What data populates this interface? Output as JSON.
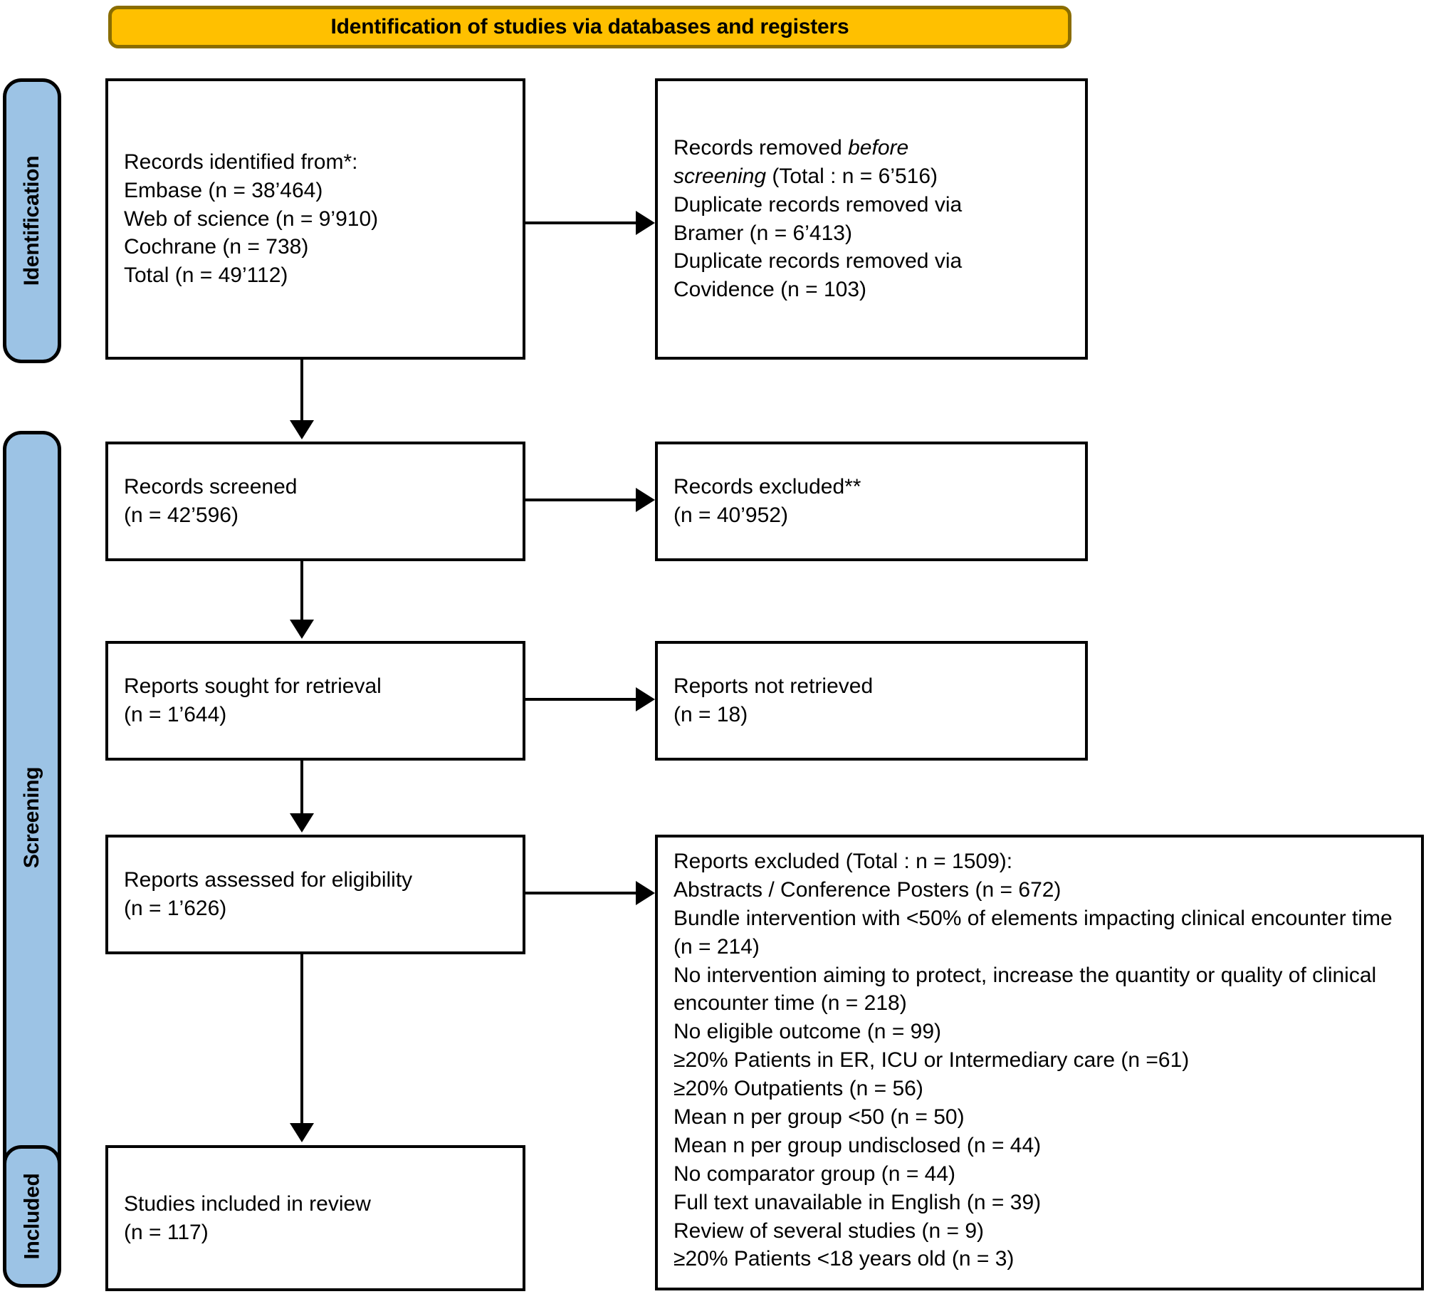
{
  "banner": {
    "title": "Identification of studies via databases and registers"
  },
  "stages": [
    {
      "id": "identification",
      "label": "Identification"
    },
    {
      "id": "screening",
      "label": "Screening"
    },
    {
      "id": "included",
      "label": "Included"
    }
  ],
  "boxes": {
    "identified": {
      "lines": [
        "Records identified from*:",
        "Embase (n = 38’464)",
        "Web of science (n = 9’910)",
        "Cochrane (n = 738)",
        "Total (n = 49’112)"
      ]
    },
    "removed": {
      "line1_a": "Records removed ",
      "line1_i": "before",
      "line2_i": "screening",
      "line2_a": " (Total : n = 6’516)",
      "lines_rest": [
        "Duplicate records removed via",
        "Bramer (n = 6’413)",
        "Duplicate records removed via",
        "Covidence (n = 103)"
      ]
    },
    "screened": {
      "lines": [
        "Records screened",
        "(n = 42’596)"
      ]
    },
    "excluded": {
      "lines": [
        "Records excluded**",
        "(n = 40’952)"
      ]
    },
    "sought": {
      "lines": [
        "Reports sought for retrieval",
        "(n = 1’644)"
      ]
    },
    "not_retrieved": {
      "lines": [
        "Reports not retrieved",
        "(n = 18)"
      ]
    },
    "assessed": {
      "lines": [
        "Reports assessed for eligibility",
        "(n = 1’626)"
      ]
    },
    "reports_excluded": {
      "lines": [
        "Reports excluded (Total : n = 1509):",
        "Abstracts / Conference Posters (n = 672)",
        "Bundle intervention with <50% of elements impacting clinical encounter time (n = 214)",
        "No intervention aiming to protect, increase the quantity or quality of clinical encounter time (n = 218)",
        "No eligible outcome (n = 99)",
        "≥20% Patients in ER, ICU or Intermediary care (n =61)",
        "≥20% Outpatients (n = 56)",
        "Mean n per group <50 (n = 50)",
        "Mean n per group undisclosed (n = 44)",
        "No comparator group (n = 44)",
        "Full text unavailable in English (n = 39)",
        "Review of several studies (n = 9)",
        "≥20% Patients <18 years old (n = 3)"
      ]
    },
    "included": {
      "lines": [
        "Studies included in review",
        "(n = 117)"
      ]
    }
  },
  "colors": {
    "banner_fill": "#FFC000",
    "banner_border": "#8a6d00",
    "stage_fill": "#9CC3E5",
    "box_border": "#000000",
    "box_fill": "#FFFFFF"
  },
  "chart_data": {
    "type": "diagram",
    "title": "PRISMA 2020 flow diagram",
    "nodes": [
      {
        "id": "identified",
        "stage": "Identification",
        "label": "Records identified from*",
        "n": 49112,
        "sources": [
          {
            "name": "Embase",
            "n": 38464
          },
          {
            "name": "Web of science",
            "n": 9910
          },
          {
            "name": "Cochrane",
            "n": 738
          }
        ]
      },
      {
        "id": "removed",
        "stage": "Identification",
        "label": "Records removed before screening",
        "n": 6516,
        "breakdown": [
          {
            "name": "Duplicate records removed via Bramer",
            "n": 6413
          },
          {
            "name": "Duplicate records removed via Covidence",
            "n": 103
          }
        ]
      },
      {
        "id": "screened",
        "stage": "Screening",
        "label": "Records screened",
        "n": 42596
      },
      {
        "id": "excluded",
        "stage": "Screening",
        "label": "Records excluded**",
        "n": 40952
      },
      {
        "id": "sought",
        "stage": "Screening",
        "label": "Reports sought for retrieval",
        "n": 1644
      },
      {
        "id": "not_retrieved",
        "stage": "Screening",
        "label": "Reports not retrieved",
        "n": 18
      },
      {
        "id": "assessed",
        "stage": "Screening",
        "label": "Reports assessed for eligibility",
        "n": 1626
      },
      {
        "id": "reports_excluded",
        "stage": "Screening",
        "label": "Reports excluded",
        "n": 1509,
        "breakdown": [
          {
            "name": "Abstracts / Conference Posters",
            "n": 672
          },
          {
            "name": "Bundle intervention with <50% of elements impacting clinical encounter time",
            "n": 214
          },
          {
            "name": "No intervention aiming to protect, increase the quantity or quality of clinical encounter time",
            "n": 218
          },
          {
            "name": "No eligible outcome",
            "n": 99
          },
          {
            "name": "≥20% Patients in ER, ICU or Intermediary care",
            "n": 61
          },
          {
            "name": "≥20% Outpatients",
            "n": 56
          },
          {
            "name": "Mean n per group <50",
            "n": 50
          },
          {
            "name": "Mean n per group undisclosed",
            "n": 44
          },
          {
            "name": "No comparator group",
            "n": 44
          },
          {
            "name": "Full text unavailable in English",
            "n": 39
          },
          {
            "name": "Review of several studies",
            "n": 9
          },
          {
            "name": "≥20% Patients <18 years old",
            "n": 3
          }
        ]
      },
      {
        "id": "included",
        "stage": "Included",
        "label": "Studies included in review",
        "n": 117
      }
    ],
    "edges": [
      {
        "from": "identified",
        "to": "removed",
        "direction": "right"
      },
      {
        "from": "identified",
        "to": "screened",
        "direction": "down"
      },
      {
        "from": "screened",
        "to": "excluded",
        "direction": "right"
      },
      {
        "from": "screened",
        "to": "sought",
        "direction": "down"
      },
      {
        "from": "sought",
        "to": "not_retrieved",
        "direction": "right"
      },
      {
        "from": "sought",
        "to": "assessed",
        "direction": "down"
      },
      {
        "from": "assessed",
        "to": "reports_excluded",
        "direction": "right"
      },
      {
        "from": "assessed",
        "to": "included",
        "direction": "down"
      }
    ]
  }
}
